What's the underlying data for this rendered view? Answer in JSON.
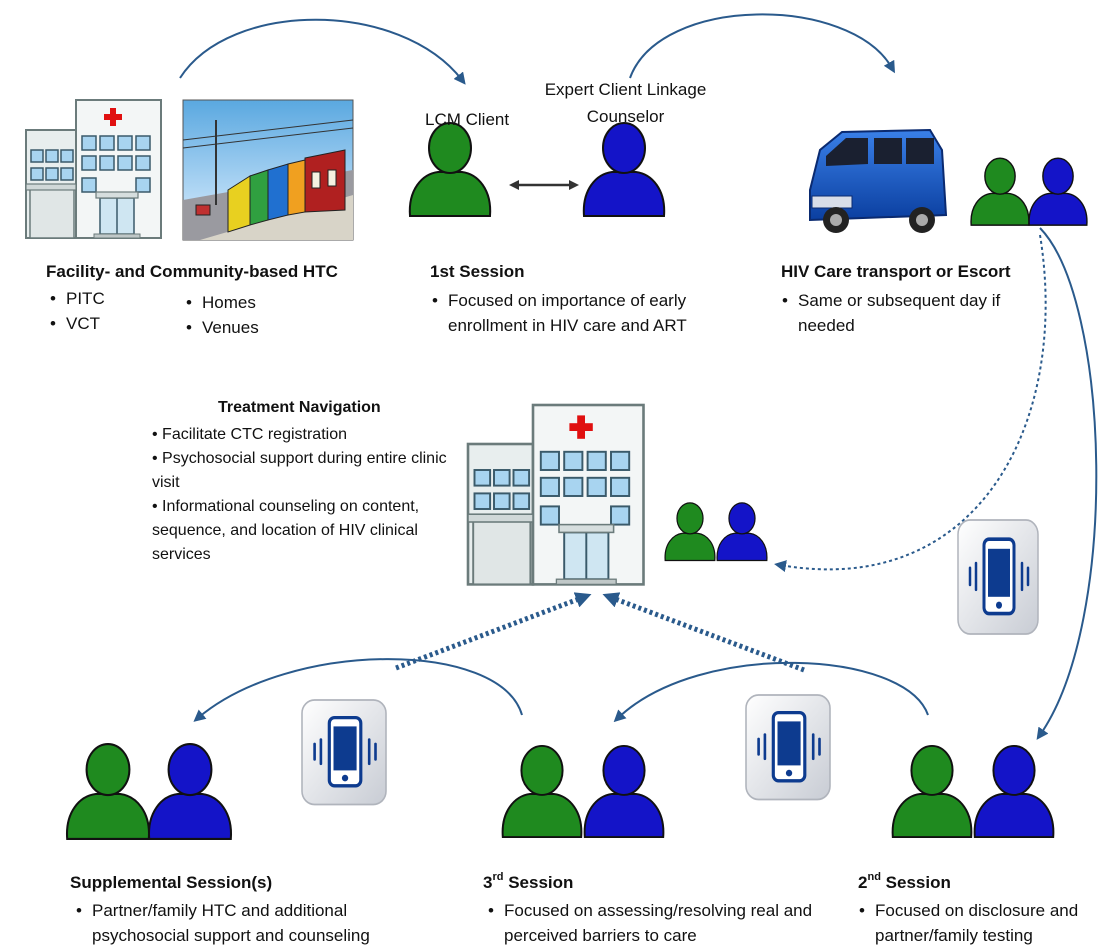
{
  "labels": {
    "lcm_client": "LCM Client",
    "expert_counselor": "Expert Client Linkage Counselor"
  },
  "stage_facility": {
    "title": "Facility- and Community-based HTC",
    "bullets_left": [
      "PITC",
      "VCT"
    ],
    "bullets_right": [
      "Homes",
      "Venues"
    ]
  },
  "stage_first": {
    "title": "1st Session",
    "bullets": [
      "Focused on importance of early enrollment in HIV care and ART"
    ]
  },
  "stage_transport": {
    "title": "HIV Care transport or Escort",
    "bullets": [
      "Same or subsequent day if needed"
    ]
  },
  "stage_navigation": {
    "title": "Treatment Navigation",
    "bullets": [
      "Facilitate CTC registration",
      "Psychosocial support during entire clinic visit",
      "Informational counseling on content, sequence, and location of HIV clinical services"
    ]
  },
  "stage_supplemental": {
    "title": "Supplemental Session(s)",
    "bullets": [
      "Partner/family HTC and additional psychosocial support and counseling"
    ]
  },
  "stage_third": {
    "title_num": "3",
    "title_sup": "rd",
    "title_rest": " Session",
    "bullets": [
      "Focused on assessing/resolving real and perceived barriers to care"
    ]
  },
  "stage_second": {
    "title_num": "2",
    "title_sup": "nd",
    "title_rest": " Session",
    "bullets": [
      "Focused on disclosure and partner/family testing"
    ]
  },
  "colors": {
    "client_green": "#1f8a1f",
    "counselor_blue": "#1414c8",
    "arrow_blue": "#2a5a8c",
    "phone_blue": "#0d3b8f",
    "hospital_outline": "#6b7b7b",
    "cross_red": "#e01010"
  }
}
